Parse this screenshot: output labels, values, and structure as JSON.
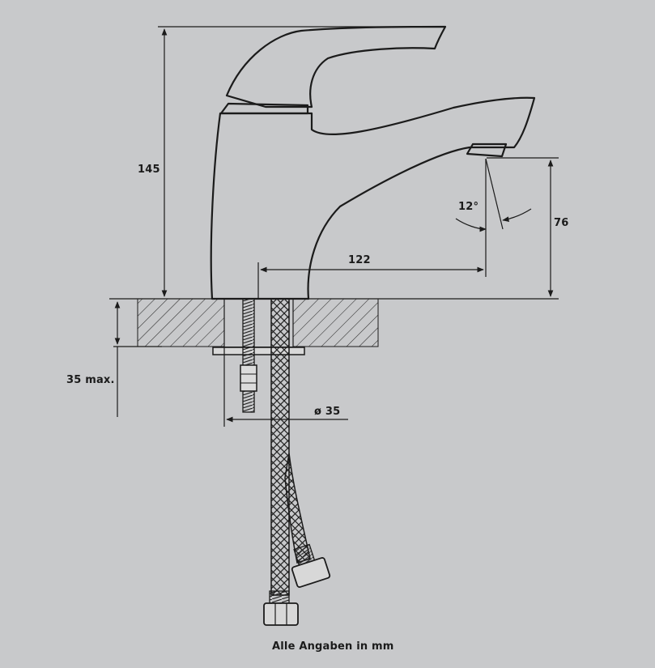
{
  "dimensions": {
    "total_height": "145",
    "spout_reach": "122",
    "spout_height": "76",
    "spray_angle": "12°",
    "max_counter_thickness": "35 max.",
    "hole_diameter": "ø 35"
  },
  "caption": "Alle Angaben in mm",
  "colors": {
    "background": "#c8c9cb",
    "line": "#1b1b1b"
  }
}
